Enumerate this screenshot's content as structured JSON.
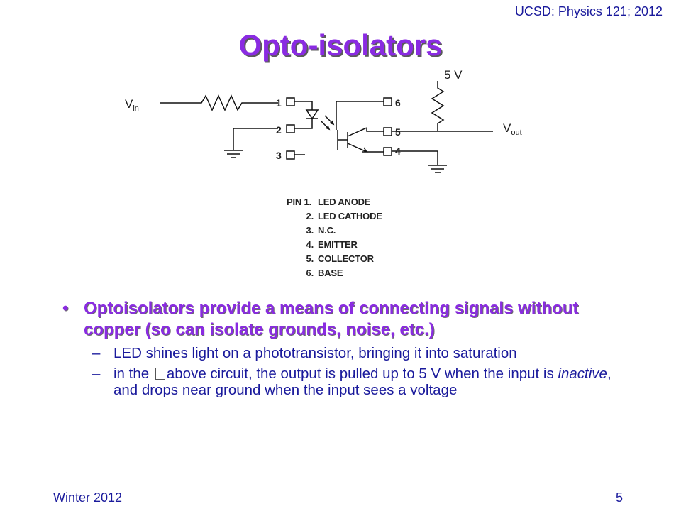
{
  "header": {
    "course": "UCSD: Physics 121; 2012"
  },
  "title": "Opto-isolators",
  "circuit": {
    "vin_main": "V",
    "vin_sub": "in",
    "vout_main": "V",
    "vout_sub": "out",
    "supply": "5 V",
    "pins": [
      "1",
      "2",
      "3",
      "6",
      "5",
      "4"
    ]
  },
  "pin_legend": [
    {
      "prefix": "PIN 1.",
      "label": "LED ANODE"
    },
    {
      "prefix": "2.",
      "label": "LED CATHODE"
    },
    {
      "prefix": "3.",
      "label": "N.C."
    },
    {
      "prefix": "4.",
      "label": "EMITTER"
    },
    {
      "prefix": "5.",
      "label": "COLLECTOR"
    },
    {
      "prefix": "6.",
      "label": "BASE"
    }
  ],
  "bullet": {
    "marker": "•",
    "text": "Optoisolators provide a means of connecting signals without copper (so can isolate grounds, noise, etc.)",
    "subs": [
      {
        "dash": "–",
        "text": "LED shines light on a phototransistor, bringing it into saturation"
      },
      {
        "dash": "–",
        "pre": "in the ",
        "post": "above circuit, the output is pulled up to 5 V when the input is ",
        "em": "inactive",
        "tail": ", and drops near ground when the input sees a voltage"
      }
    ]
  },
  "footer": {
    "term": "Winter 2012",
    "page": "5"
  }
}
